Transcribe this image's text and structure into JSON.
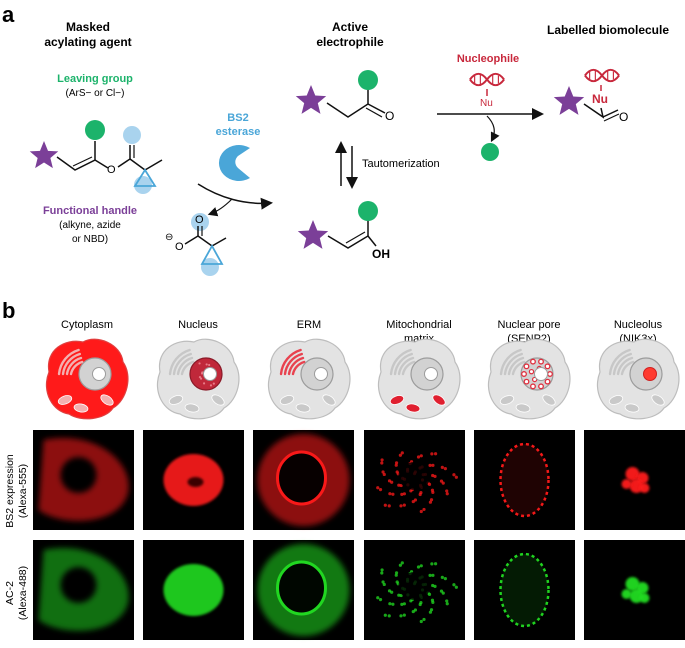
{
  "panel_a": {
    "label": "a",
    "header_masked": [
      "Masked",
      "acylating agent"
    ],
    "header_active": [
      "Active",
      "electrophile"
    ],
    "header_labelled": "Labelled biomolecule",
    "leaving_group": {
      "title": "Leaving group",
      "detail": "(ArS− or Cl−)"
    },
    "functional_handle": {
      "title": "Functional handle",
      "lines": [
        "(alkyne, azide",
        "or NBD)"
      ]
    },
    "esterase": [
      "BS2",
      "esterase"
    ],
    "nucleophile": "Nucleophile",
    "nu": "Nu",
    "tautomerization": "Tautomerization",
    "atom_o": "O",
    "atom_oh": "OH"
  },
  "panel_b": {
    "label": "b",
    "compartments": [
      {
        "lines": [
          "Cytoplasm"
        ]
      },
      {
        "lines": [
          "Nucleus"
        ]
      },
      {
        "lines": [
          "ERM"
        ]
      },
      {
        "lines": [
          "Mitochondrial",
          "matrix"
        ]
      },
      {
        "lines": [
          "Nuclear pore",
          "(SENP2)"
        ]
      },
      {
        "lines": [
          "Nucleolus",
          "(NIK3x)"
        ]
      }
    ],
    "row_labels": [
      [
        "BS2 expression",
        "(Alexa-555)"
      ],
      [
        "AC-2",
        "(Alexa-488)"
      ]
    ]
  },
  "colors": {
    "green": "#1cb36b",
    "purple": "#7b3f98",
    "blue": "#4aa6d8",
    "crimson": "#c8283c",
    "red_stain": "#ff1a1a",
    "green_stain": "#22dd22"
  }
}
